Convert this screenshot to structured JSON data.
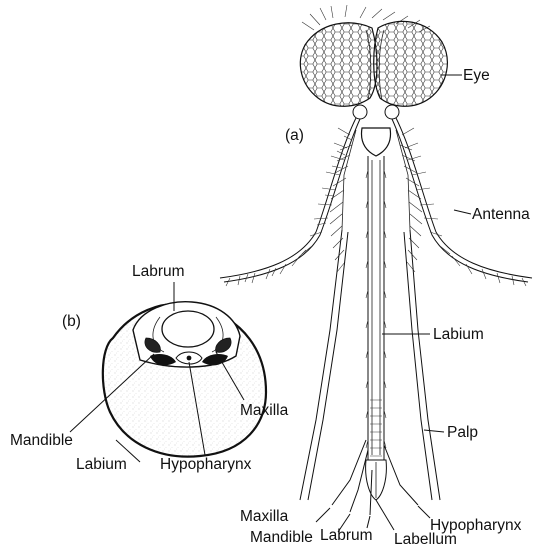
{
  "panels": {
    "a": "(a)",
    "b": "(b)"
  },
  "labels_a": {
    "eye": "Eye",
    "antenna": "Antenna",
    "labium": "Labium",
    "palp": "Palp",
    "maxilla": "Maxilla",
    "mandible": "Mandible",
    "labrum": "Labrum",
    "labellum": "Labellum",
    "hypopharynx": "Hypopharynx"
  },
  "labels_b": {
    "labrum": "Labrum",
    "maxilla": "Maxilla",
    "mandible": "Mandible",
    "labium": "Labium",
    "hypopharynx": "Hypopharynx"
  }
}
